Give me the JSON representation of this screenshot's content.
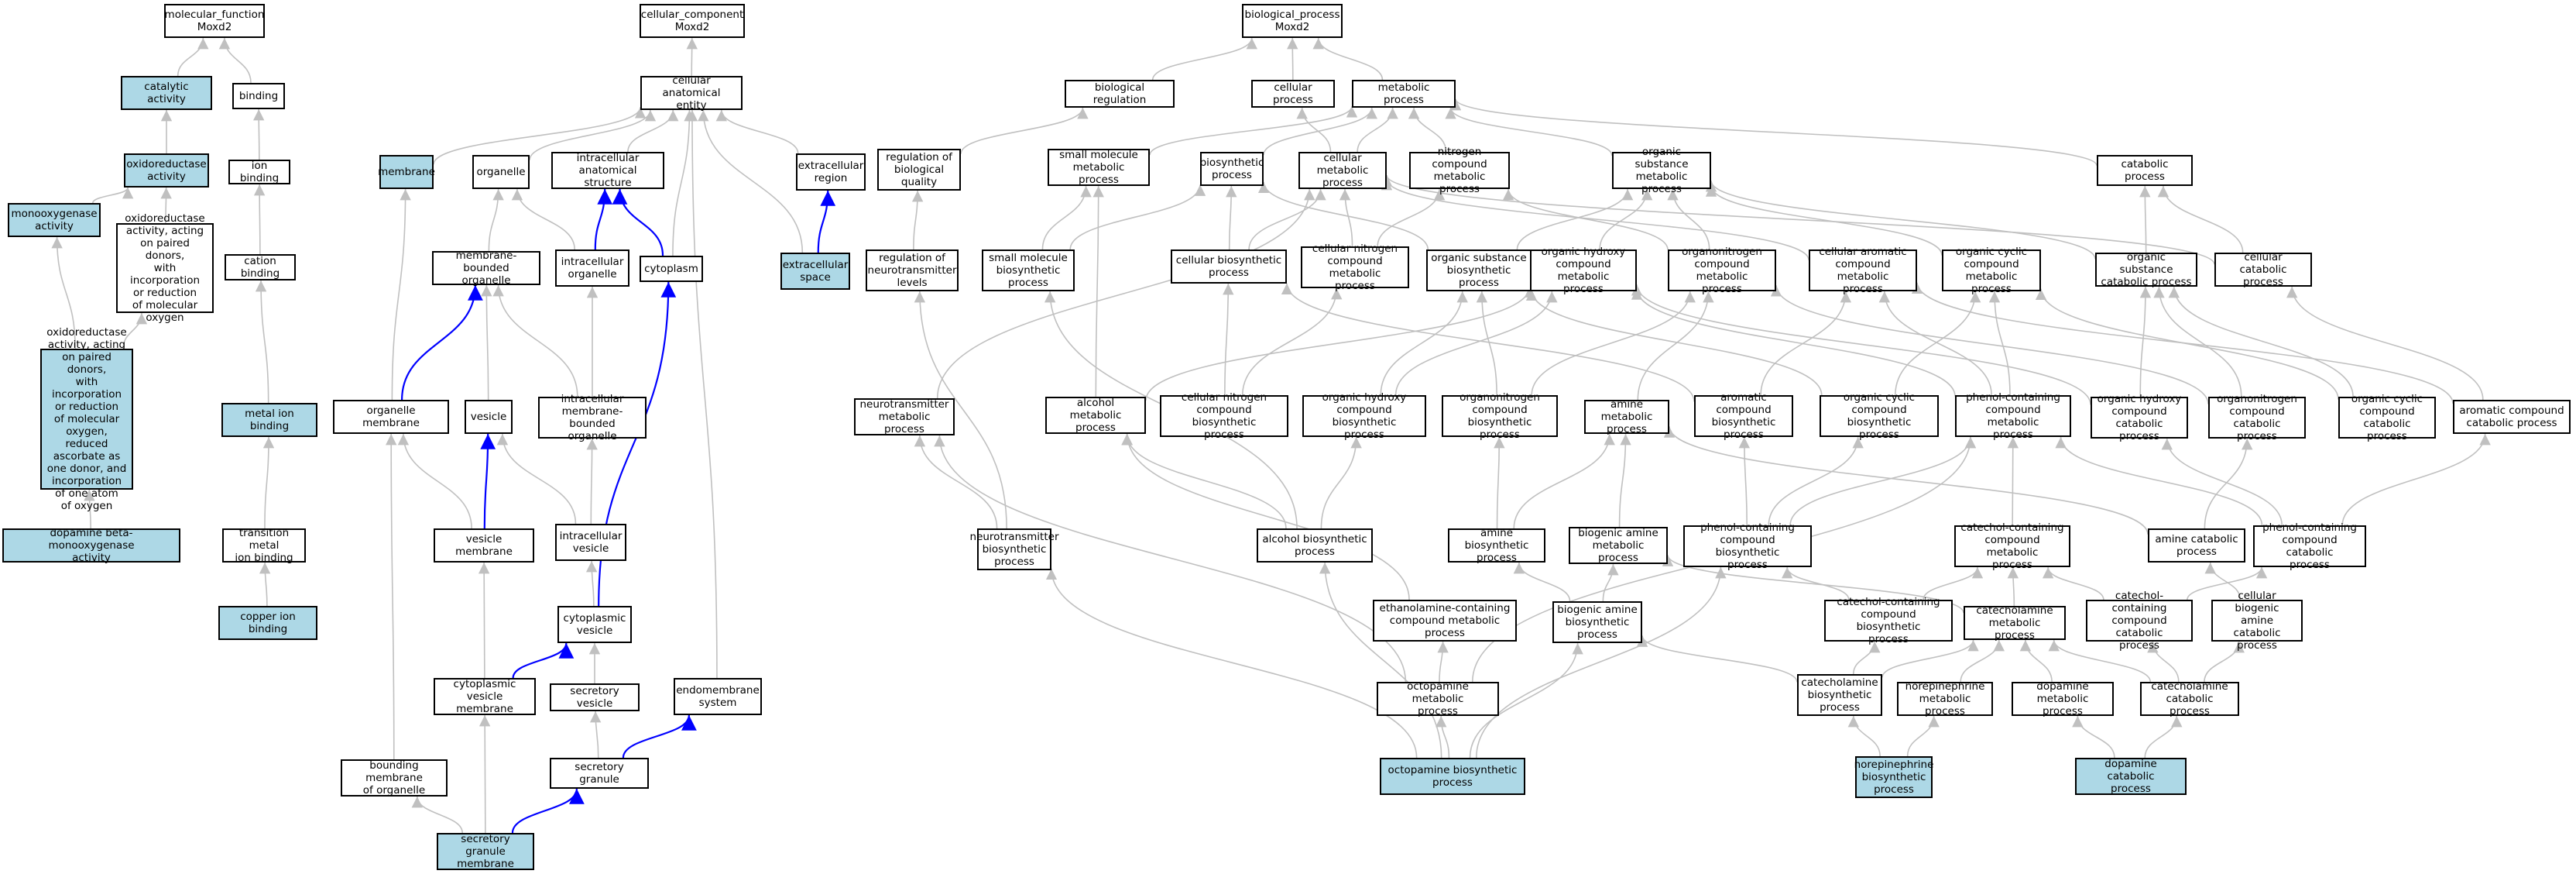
{
  "colors": {
    "highlight": "#add8e6",
    "edge": "#c0c0c0",
    "edge_strong": "#0000ff",
    "border": "#000000"
  },
  "nodes": [
    {
      "id": "mf",
      "label": "molecular_function\nMoxd2"
    },
    {
      "id": "catalytic",
      "label": "catalytic activity",
      "highlight": true
    },
    {
      "id": "binding",
      "label": "binding"
    },
    {
      "id": "oxred",
      "label": "oxidoreductase\nactivity",
      "highlight": true
    },
    {
      "id": "ionbind",
      "label": "ion binding"
    },
    {
      "id": "monoox",
      "label": "monooxygenase\nactivity",
      "highlight": true
    },
    {
      "id": "oxredpaired",
      "label": "oxidoreductase\nactivity, acting\non paired donors,\nwith incorporation\nor reduction\nof molecular\noxygen"
    },
    {
      "id": "cationbind",
      "label": "cation binding"
    },
    {
      "id": "oxredasc",
      "label": "oxidoreductase\nactivity, acting\non paired donors,\nwith incorporation\nor reduction\nof molecular\noxygen, reduced\nascorbate as\none donor, and\nincorporation\nof one atom\nof oxygen",
      "highlight": true
    },
    {
      "id": "metalion",
      "label": "metal ion binding",
      "highlight": true
    },
    {
      "id": "dbm",
      "label": "dopamine beta-monooxygenase\nactivity",
      "highlight": true
    },
    {
      "id": "transmetal",
      "label": "transition metal\nion binding"
    },
    {
      "id": "copper",
      "label": "copper ion binding",
      "highlight": true
    },
    {
      "id": "cc",
      "label": "cellular_component\nMoxd2"
    },
    {
      "id": "cae",
      "label": "cellular anatomical\nentity"
    },
    {
      "id": "membrane",
      "label": "membrane",
      "highlight": true
    },
    {
      "id": "organelle",
      "label": "organelle"
    },
    {
      "id": "ias",
      "label": "intracellular\nanatomical structure"
    },
    {
      "id": "extreg",
      "label": "extracellular\nregion"
    },
    {
      "id": "mbo",
      "label": "membrane-bounded\norganelle"
    },
    {
      "id": "icorg",
      "label": "intracellular\norganelle"
    },
    {
      "id": "cytoplasm",
      "label": "cytoplasm"
    },
    {
      "id": "extspace",
      "label": "extracellular\nspace",
      "highlight": true
    },
    {
      "id": "orgmem",
      "label": "organelle membrane"
    },
    {
      "id": "vesicle",
      "label": "vesicle"
    },
    {
      "id": "imbo",
      "label": "intracellular\nmembrane-bounded\norganelle"
    },
    {
      "id": "vesmem",
      "label": "vesicle membrane"
    },
    {
      "id": "icves",
      "label": "intracellular\nvesicle"
    },
    {
      "id": "cytves",
      "label": "cytoplasmic\nvesicle"
    },
    {
      "id": "cvm",
      "label": "cytoplasmic\nvesicle membrane"
    },
    {
      "id": "secves",
      "label": "secretory vesicle"
    },
    {
      "id": "endomem",
      "label": "endomembrane\nsystem"
    },
    {
      "id": "bmo",
      "label": "bounding membrane\nof organelle"
    },
    {
      "id": "secgran",
      "label": "secretory granule"
    },
    {
      "id": "sgm",
      "label": "secretory granule\nmembrane",
      "highlight": true
    },
    {
      "id": "bp",
      "label": "biological_process\nMoxd2"
    },
    {
      "id": "bioreg",
      "label": "biological regulation"
    },
    {
      "id": "cellproc",
      "label": "cellular process"
    },
    {
      "id": "metab",
      "label": "metabolic process"
    },
    {
      "id": "regbq",
      "label": "regulation of\nbiological quality"
    },
    {
      "id": "smm",
      "label": "small molecule\nmetabolic process"
    },
    {
      "id": "biosyn",
      "label": "biosynthetic\nprocess"
    },
    {
      "id": "cellmet",
      "label": "cellular metabolic\nprocess"
    },
    {
      "id": "ncm",
      "label": "nitrogen compound\nmetabolic process"
    },
    {
      "id": "osm",
      "label": "organic substance\nmetabolic process"
    },
    {
      "id": "catab",
      "label": "catabolic process"
    },
    {
      "id": "regnt",
      "label": "regulation of\nneurotransmitter\nlevels"
    },
    {
      "id": "smb",
      "label": "small molecule\nbiosynthetic\nprocess"
    },
    {
      "id": "cbp",
      "label": "cellular biosynthetic\nprocess"
    },
    {
      "id": "cncm",
      "label": "cellular nitrogen\ncompound metabolic\nprocess"
    },
    {
      "id": "osb",
      "label": "organic substance\nbiosynthetic\nprocess"
    },
    {
      "id": "ohm",
      "label": "organic hydroxy\ncompound metabolic\nprocess"
    },
    {
      "id": "onm",
      "label": "organonitrogen\ncompound metabolic\nprocess"
    },
    {
      "id": "cacm",
      "label": "cellular aromatic\ncompound metabolic\nprocess"
    },
    {
      "id": "occm",
      "label": "organic cyclic\ncompound metabolic\nprocess"
    },
    {
      "id": "osc",
      "label": "organic substance\ncatabolic process"
    },
    {
      "id": "ccp",
      "label": "cellular catabolic\nprocess"
    },
    {
      "id": "ntm",
      "label": "neurotransmitter\nmetabolic process"
    },
    {
      "id": "alcm",
      "label": "alcohol metabolic\nprocess"
    },
    {
      "id": "cncb",
      "label": "cellular nitrogen\ncompound biosynthetic\nprocess"
    },
    {
      "id": "ohb",
      "label": "organic hydroxy\ncompound biosynthetic\nprocess"
    },
    {
      "id": "onb",
      "label": "organonitrogen\ncompound biosynthetic\nprocess"
    },
    {
      "id": "aminem",
      "label": "amine metabolic\nprocess"
    },
    {
      "id": "acb",
      "label": "aromatic compound\nbiosynthetic\nprocess"
    },
    {
      "id": "occb",
      "label": "organic cyclic\ncompound biosynthetic\nprocess"
    },
    {
      "id": "pcm",
      "label": "phenol-containing\ncompound metabolic\nprocess"
    },
    {
      "id": "ohc",
      "label": "organic hydroxy\ncompound catabolic\nprocess"
    },
    {
      "id": "onc",
      "label": "organonitrogen\ncompound catabolic\nprocess"
    },
    {
      "id": "occc",
      "label": "organic cyclic\ncompound catabolic\nprocess"
    },
    {
      "id": "acc",
      "label": "aromatic compound\ncatabolic process"
    },
    {
      "id": "ntb",
      "label": "neurotransmitter\nbiosynthetic\nprocess"
    },
    {
      "id": "alcb",
      "label": "alcohol biosynthetic\nprocess"
    },
    {
      "id": "aminb",
      "label": "amine biosynthetic\nprocess"
    },
    {
      "id": "bam",
      "label": "biogenic amine\nmetabolic process"
    },
    {
      "id": "pcb",
      "label": "phenol-containing\ncompound biosynthetic\nprocess"
    },
    {
      "id": "ccm",
      "label": "catechol-containing\ncompound metabolic\nprocess"
    },
    {
      "id": "aminc",
      "label": "amine catabolic\nprocess"
    },
    {
      "id": "pcc",
      "label": "phenol-containing\ncompound catabolic\nprocess"
    },
    {
      "id": "ecm",
      "label": "ethanolamine-containing\ncompound metabolic\nprocess"
    },
    {
      "id": "bab",
      "label": "biogenic amine\nbiosynthetic\nprocess"
    },
    {
      "id": "ccb",
      "label": "catechol-containing\ncompound biosynthetic\nprocess"
    },
    {
      "id": "catm",
      "label": "catecholamine\nmetabolic process"
    },
    {
      "id": "ccc",
      "label": "catechol-containing\ncompound catabolic\nprocess"
    },
    {
      "id": "cbac",
      "label": "cellular biogenic\namine catabolic\nprocess"
    },
    {
      "id": "octm",
      "label": "octopamine metabolic\nprocess"
    },
    {
      "id": "catb",
      "label": "catecholamine\nbiosynthetic\nprocess"
    },
    {
      "id": "nem",
      "label": "norepinephrine\nmetabolic process"
    },
    {
      "id": "dopm",
      "label": "dopamine metabolic\nprocess"
    },
    {
      "id": "catc",
      "label": "catecholamine\ncatabolic process"
    },
    {
      "id": "octb",
      "label": "octopamine biosynthetic\nprocess",
      "highlight": true
    },
    {
      "id": "neb",
      "label": "norepinephrine\nbiosynthetic\nprocess",
      "highlight": true
    },
    {
      "id": "dopc",
      "label": "dopamine catabolic\nprocess",
      "highlight": true
    }
  ],
  "edges": [
    [
      "catalytic",
      "mf"
    ],
    [
      "binding",
      "mf"
    ],
    [
      "oxred",
      "catalytic"
    ],
    [
      "ionbind",
      "binding"
    ],
    [
      "monoox",
      "oxred"
    ],
    [
      "oxredpaired",
      "oxred"
    ],
    [
      "cationbind",
      "ionbind"
    ],
    [
      "oxredasc",
      "monoox"
    ],
    [
      "oxredasc",
      "oxredpaired"
    ],
    [
      "metalion",
      "cationbind"
    ],
    [
      "dbm",
      "oxredasc"
    ],
    [
      "transmetal",
      "metalion"
    ],
    [
      "copper",
      "transmetal"
    ],
    [
      "cae",
      "cc"
    ],
    [
      "membrane",
      "cae"
    ],
    [
      "organelle",
      "cae"
    ],
    [
      "ias",
      "cae"
    ],
    [
      "extreg",
      "cae"
    ],
    [
      "mbo",
      "organelle"
    ],
    [
      "icorg",
      "organelle"
    ],
    [
      "icorg",
      "ias",
      "s"
    ],
    [
      "cytoplasm",
      "ias",
      "s"
    ],
    [
      "cytoplasm",
      "cae"
    ],
    [
      "extspace",
      "extreg",
      "s"
    ],
    [
      "extspace",
      "cae"
    ],
    [
      "orgmem",
      "mbo",
      "s"
    ],
    [
      "orgmem",
      "membrane"
    ],
    [
      "vesicle",
      "mbo"
    ],
    [
      "imbo",
      "mbo"
    ],
    [
      "imbo",
      "icorg"
    ],
    [
      "vesmem",
      "vesicle",
      "s"
    ],
    [
      "vesmem",
      "orgmem"
    ],
    [
      "icves",
      "vesicle"
    ],
    [
      "icves",
      "imbo"
    ],
    [
      "cytves",
      "icves"
    ],
    [
      "cytves",
      "cytoplasm",
      "s"
    ],
    [
      "cvm",
      "cytves",
      "s"
    ],
    [
      "cvm",
      "vesmem"
    ],
    [
      "secves",
      "cytves"
    ],
    [
      "endomem",
      "cae"
    ],
    [
      "bmo",
      "orgmem"
    ],
    [
      "secgran",
      "secves"
    ],
    [
      "sgm",
      "secgran",
      "s"
    ],
    [
      "sgm",
      "bmo"
    ],
    [
      "sgm",
      "cvm"
    ],
    [
      "secgran",
      "endomem",
      "s"
    ],
    [
      "bioreg",
      "bp"
    ],
    [
      "cellproc",
      "bp"
    ],
    [
      "metab",
      "bp"
    ],
    [
      "regbq",
      "bioreg"
    ],
    [
      "smm",
      "metab"
    ],
    [
      "biosyn",
      "metab"
    ],
    [
      "cellmet",
      "metab"
    ],
    [
      "cellmet",
      "cellproc"
    ],
    [
      "ncm",
      "metab"
    ],
    [
      "osm",
      "metab"
    ],
    [
      "catab",
      "metab"
    ],
    [
      "regnt",
      "regbq"
    ],
    [
      "smb",
      "smm"
    ],
    [
      "smb",
      "biosyn"
    ],
    [
      "cbp",
      "biosyn"
    ],
    [
      "cbp",
      "cellmet"
    ],
    [
      "cncm",
      "cellmet"
    ],
    [
      "cncm",
      "ncm"
    ],
    [
      "osb",
      "biosyn"
    ],
    [
      "osb",
      "osm"
    ],
    [
      "ohm",
      "osm"
    ],
    [
      "onm",
      "osm"
    ],
    [
      "onm",
      "ncm"
    ],
    [
      "cacm",
      "cellmet"
    ],
    [
      "occm",
      "osm"
    ],
    [
      "osc",
      "osm"
    ],
    [
      "osc",
      "catab"
    ],
    [
      "ccp",
      "catab"
    ],
    [
      "ccp",
      "cellmet"
    ],
    [
      "ntm",
      "cellmet"
    ],
    [
      "alcm",
      "smm"
    ],
    [
      "alcm",
      "ohm"
    ],
    [
      "cncb",
      "cbp"
    ],
    [
      "cncb",
      "cncm"
    ],
    [
      "ohb",
      "osb"
    ],
    [
      "ohb",
      "ohm"
    ],
    [
      "onb",
      "osb"
    ],
    [
      "onb",
      "onm"
    ],
    [
      "aminem",
      "onm"
    ],
    [
      "acb",
      "cbp"
    ],
    [
      "acb",
      "cacm"
    ],
    [
      "occb",
      "occm"
    ],
    [
      "occb",
      "osb"
    ],
    [
      "pcm",
      "cacm"
    ],
    [
      "pcm",
      "occm"
    ],
    [
      "pcm",
      "ohm"
    ],
    [
      "ohc",
      "osc"
    ],
    [
      "ohc",
      "ohm"
    ],
    [
      "onc",
      "osc"
    ],
    [
      "onc",
      "onm"
    ],
    [
      "occc",
      "osc"
    ],
    [
      "occc",
      "occm"
    ],
    [
      "acc",
      "ccp"
    ],
    [
      "acc",
      "cacm"
    ],
    [
      "ntb",
      "ntm"
    ],
    [
      "ntb",
      "regnt"
    ],
    [
      "alcb",
      "alcm"
    ],
    [
      "alcb",
      "ohb"
    ],
    [
      "alcb",
      "smb"
    ],
    [
      "aminb",
      "aminem"
    ],
    [
      "aminb",
      "onb"
    ],
    [
      "bam",
      "aminem"
    ],
    [
      "pcb",
      "pcm"
    ],
    [
      "pcb",
      "acb"
    ],
    [
      "pcb",
      "occb"
    ],
    [
      "ccm",
      "pcm"
    ],
    [
      "aminc",
      "aminem"
    ],
    [
      "aminc",
      "onc"
    ],
    [
      "pcc",
      "pcm"
    ],
    [
      "pcc",
      "acc"
    ],
    [
      "pcc",
      "ohc"
    ],
    [
      "ecm",
      "alcm"
    ],
    [
      "bab",
      "bam"
    ],
    [
      "bab",
      "aminb"
    ],
    [
      "ccb",
      "ccm"
    ],
    [
      "ccb",
      "pcb"
    ],
    [
      "catm",
      "ccm"
    ],
    [
      "catm",
      "bam"
    ],
    [
      "ccc",
      "ccm"
    ],
    [
      "ccc",
      "pcc"
    ],
    [
      "cbac",
      "aminc"
    ],
    [
      "octm",
      "ecm"
    ],
    [
      "octm",
      "pcm"
    ],
    [
      "octm",
      "ntm"
    ],
    [
      "catb",
      "catm"
    ],
    [
      "catb",
      "ccb"
    ],
    [
      "catb",
      "bab"
    ],
    [
      "nem",
      "catm"
    ],
    [
      "dopm",
      "catm"
    ],
    [
      "catc",
      "catm"
    ],
    [
      "catc",
      "ccc"
    ],
    [
      "catc",
      "cbac"
    ],
    [
      "octb",
      "octm"
    ],
    [
      "octb",
      "bab"
    ],
    [
      "octb",
      "alcb"
    ],
    [
      "octb",
      "pcb"
    ],
    [
      "octb",
      "ntb"
    ],
    [
      "neb",
      "nem"
    ],
    [
      "neb",
      "catb"
    ],
    [
      "dopc",
      "dopm"
    ],
    [
      "dopc",
      "catc"
    ]
  ]
}
